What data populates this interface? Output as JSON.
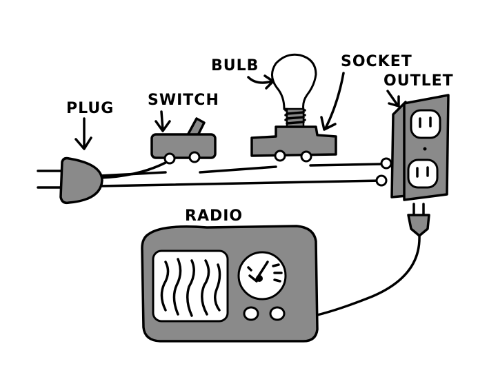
{
  "labels": {
    "plug": "PLUG",
    "switch": "SWITCH",
    "bulb": "BULB",
    "socket": "SOCKET",
    "outlet": "OUTLET",
    "radio": "RADIO"
  },
  "colors": {
    "fill": "#8a8a8a",
    "ink": "#000000",
    "background": "#ffffff"
  }
}
